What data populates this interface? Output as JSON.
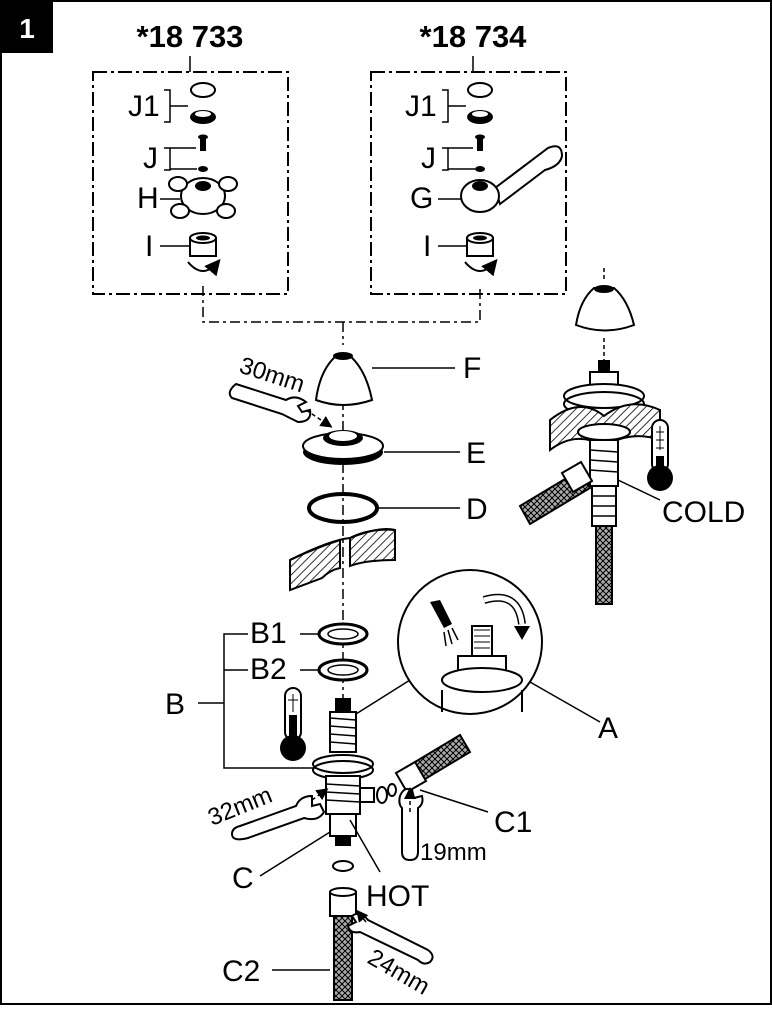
{
  "step_number": "1",
  "models": [
    "*18 733",
    "*18 734"
  ],
  "labels": {
    "j1": "J1",
    "j": "J",
    "h": "H",
    "g": "G",
    "i": "I",
    "f": "F",
    "e": "E",
    "d": "D",
    "b": "B",
    "b1": "B1",
    "b2": "B2",
    "a": "A",
    "c": "C",
    "c1": "C1",
    "c2": "C2",
    "hot": "HOT",
    "cold": "COLD"
  },
  "wrench_sizes": {
    "w30": "30mm",
    "w32": "32mm",
    "w19": "19mm",
    "w24": "24mm"
  },
  "colors": {
    "ink": "#000000",
    "paper": "#ffffff",
    "shade": "#bdbdbd"
  }
}
